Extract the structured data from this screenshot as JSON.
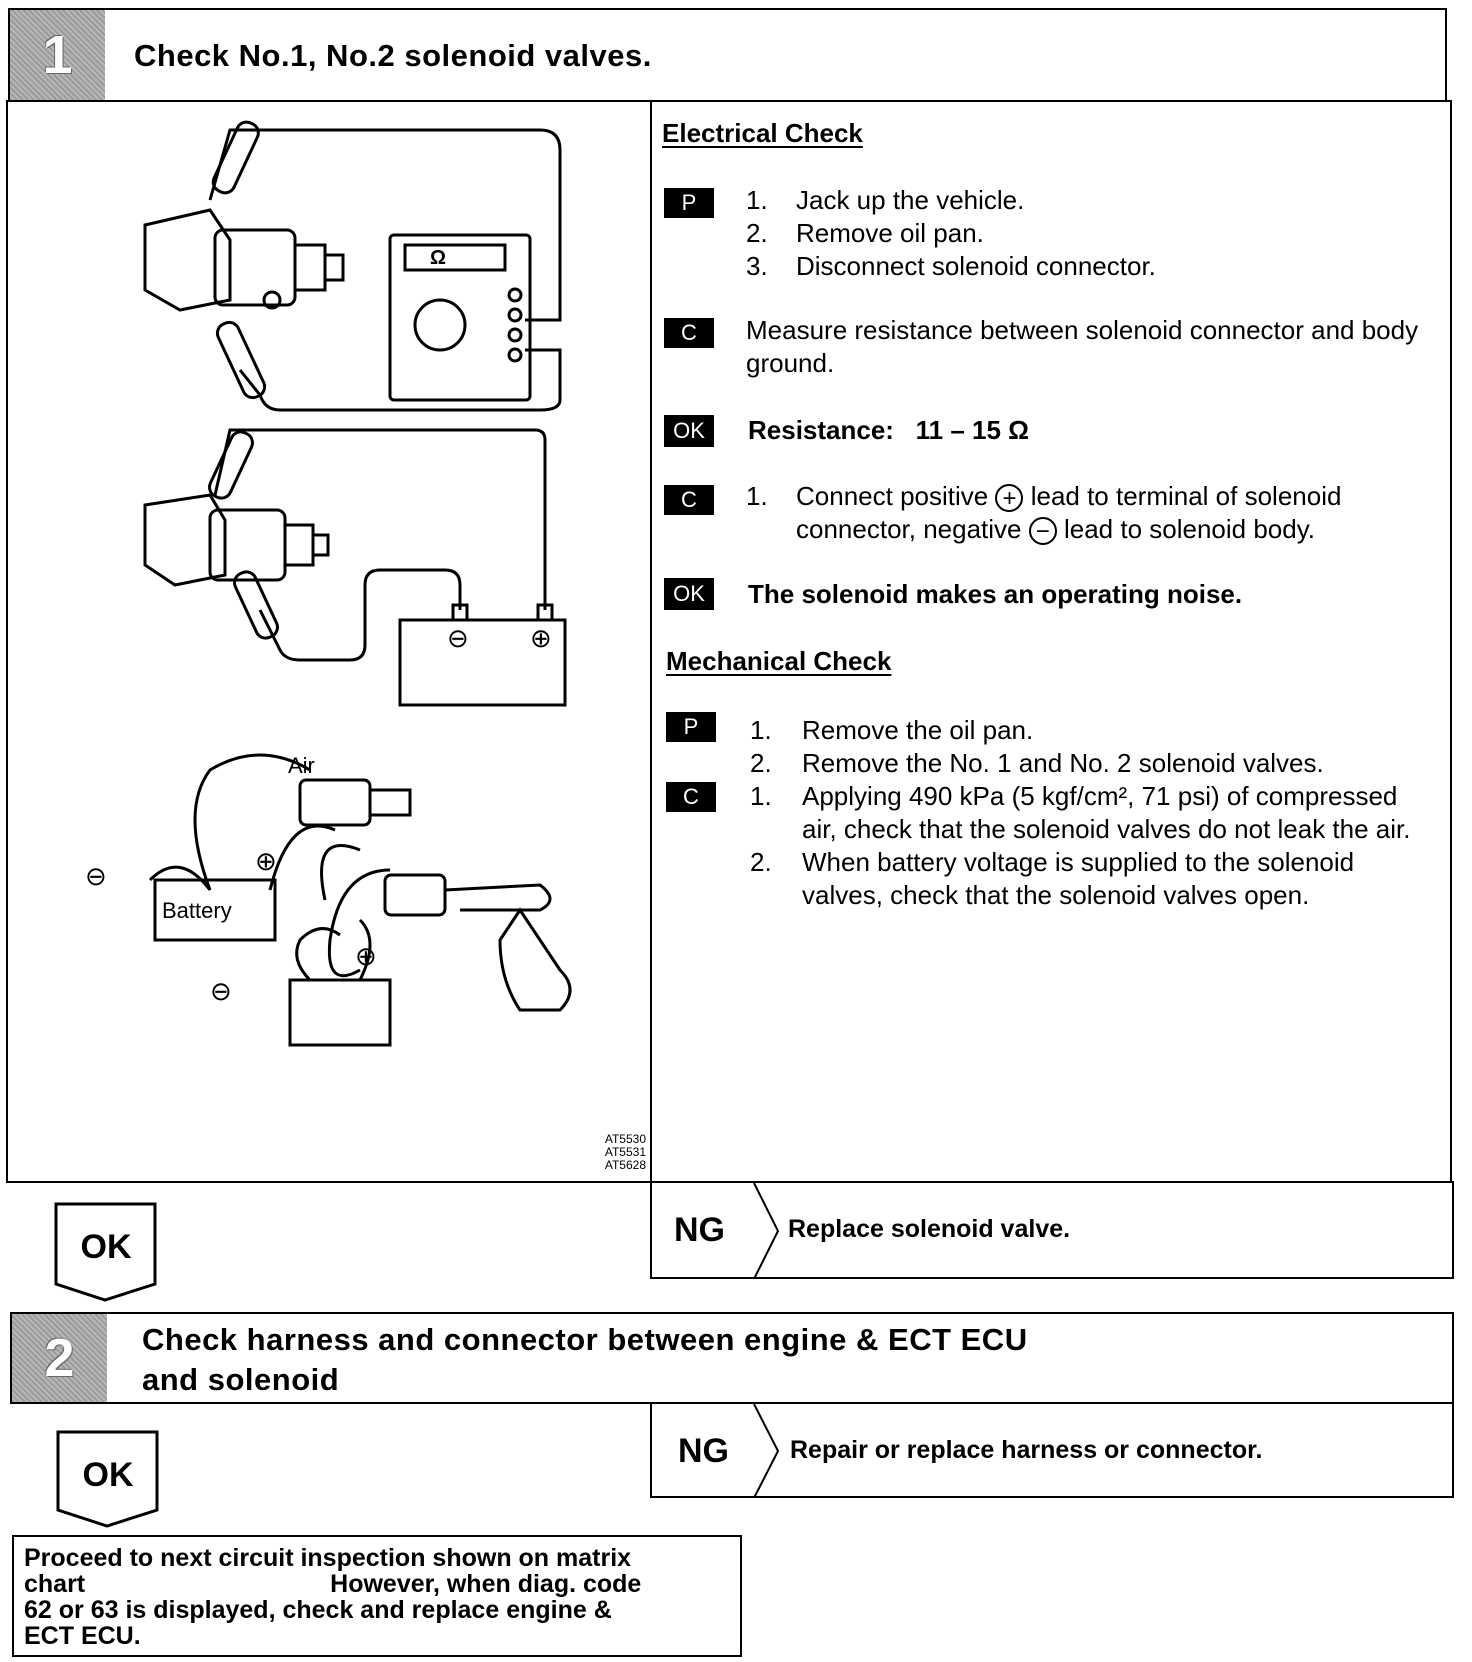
{
  "step1": {
    "number": "1",
    "title": "Check No.1, No.2 solenoid valves.",
    "figure": {
      "omega": "Ω",
      "minus": "⊖",
      "plus": "⊕",
      "air_label": "Air",
      "battery_label": "Battery",
      "codes": [
        "AT5530",
        "AT5531",
        "AT5628"
      ]
    },
    "electrical": {
      "heading": "Electrical Check",
      "p_tag": "P",
      "p_items": [
        {
          "n": "1.",
          "text": "Jack up the vehicle."
        },
        {
          "n": "2.",
          "text": "Remove oil pan."
        },
        {
          "n": "3.",
          "text": "Disconnect solenoid connector."
        }
      ],
      "c1_tag": "C",
      "c1_text": "Measure resistance between solenoid connector and body ground.",
      "ok1_tag": "OK",
      "ok1_label": "Resistance:",
      "ok1_value": "11 – 15 Ω",
      "c2_tag": "C",
      "c2_n": "1.",
      "c2_a": "Connect positive",
      "c2_b": "lead to terminal of solenoid connector, negative",
      "c2_c": "lead to solenoid body.",
      "c2_plus": "+",
      "c2_minus": "−",
      "ok2_tag": "OK",
      "ok2_text": "The solenoid makes an operating noise."
    },
    "mechanical": {
      "heading": "Mechanical Check",
      "p_tag": "P",
      "p_items": [
        {
          "n": "1.",
          "text": "Remove the oil pan."
        },
        {
          "n": "2.",
          "text": "Remove the No. 1 and No. 2 solenoid valves."
        }
      ],
      "c_tag": "C",
      "c_items": [
        {
          "n": "1.",
          "text": "Applying 490 kPa (5 kgf/cm², 71 psi) of compressed air, check that the solenoid valves do not leak the air."
        },
        {
          "n": "2.",
          "text": "When battery voltage is supplied to the solenoid valves, check that the solenoid valves open."
        }
      ]
    },
    "ok_label": "OK",
    "ng_label": "NG",
    "ng_text": "Replace solenoid valve."
  },
  "step2": {
    "number": "2",
    "title_line1": "Check harness and connector between engine & ECT ECU",
    "title_line2": "and solenoid",
    "ok_label": "OK",
    "ng_label": "NG",
    "ng_text": "Repair or replace harness or connector."
  },
  "final": {
    "line1": "Proceed to next circuit inspection shown on matrix",
    "line2a": "chart",
    "line2b": "However, when diag. code",
    "line3": "62 or 63 is displayed, check and replace engine &",
    "line4": "ECT ECU."
  }
}
